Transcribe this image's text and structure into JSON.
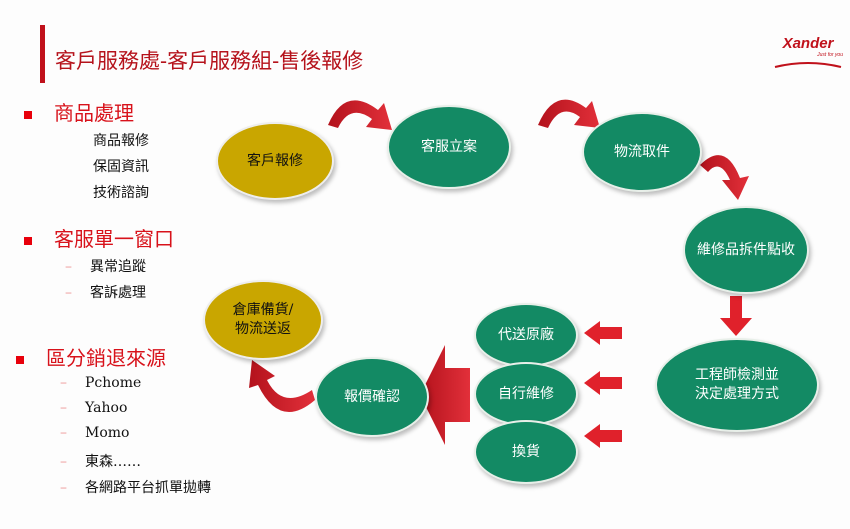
{
  "title": "客戶服務處-客戶服務組-售後報修",
  "logo": {
    "name": "Xander",
    "tagline": "Just for you"
  },
  "sections": [
    {
      "heading": "商品處理",
      "items": [
        "商品報修",
        "保固資訊",
        "技術諮詢"
      ]
    },
    {
      "heading": "客服單一窗口",
      "items": [
        "異常追蹤",
        "客訴處理"
      ]
    },
    {
      "heading": "區分銷退來源",
      "items": [
        "Pchome",
        "Yahoo",
        "Momo",
        "東森……",
        "各網路平台抓單拋轉"
      ]
    }
  ],
  "nodes": {
    "report": "客戶報修",
    "case": "客服立案",
    "pickup": "物流取件",
    "receive": "維修品拆件點收",
    "engineer_1": "工程師檢測並",
    "engineer_2": "決定處理方式",
    "oem": "代送原廠",
    "self": "自行維修",
    "exchange": "換貨",
    "quote": "報價確認",
    "return_1": "倉庫備貨/",
    "return_2": "物流送返"
  },
  "colors": {
    "accent": "#c0111b",
    "green": "#138a64",
    "gold": "#c9a600"
  }
}
